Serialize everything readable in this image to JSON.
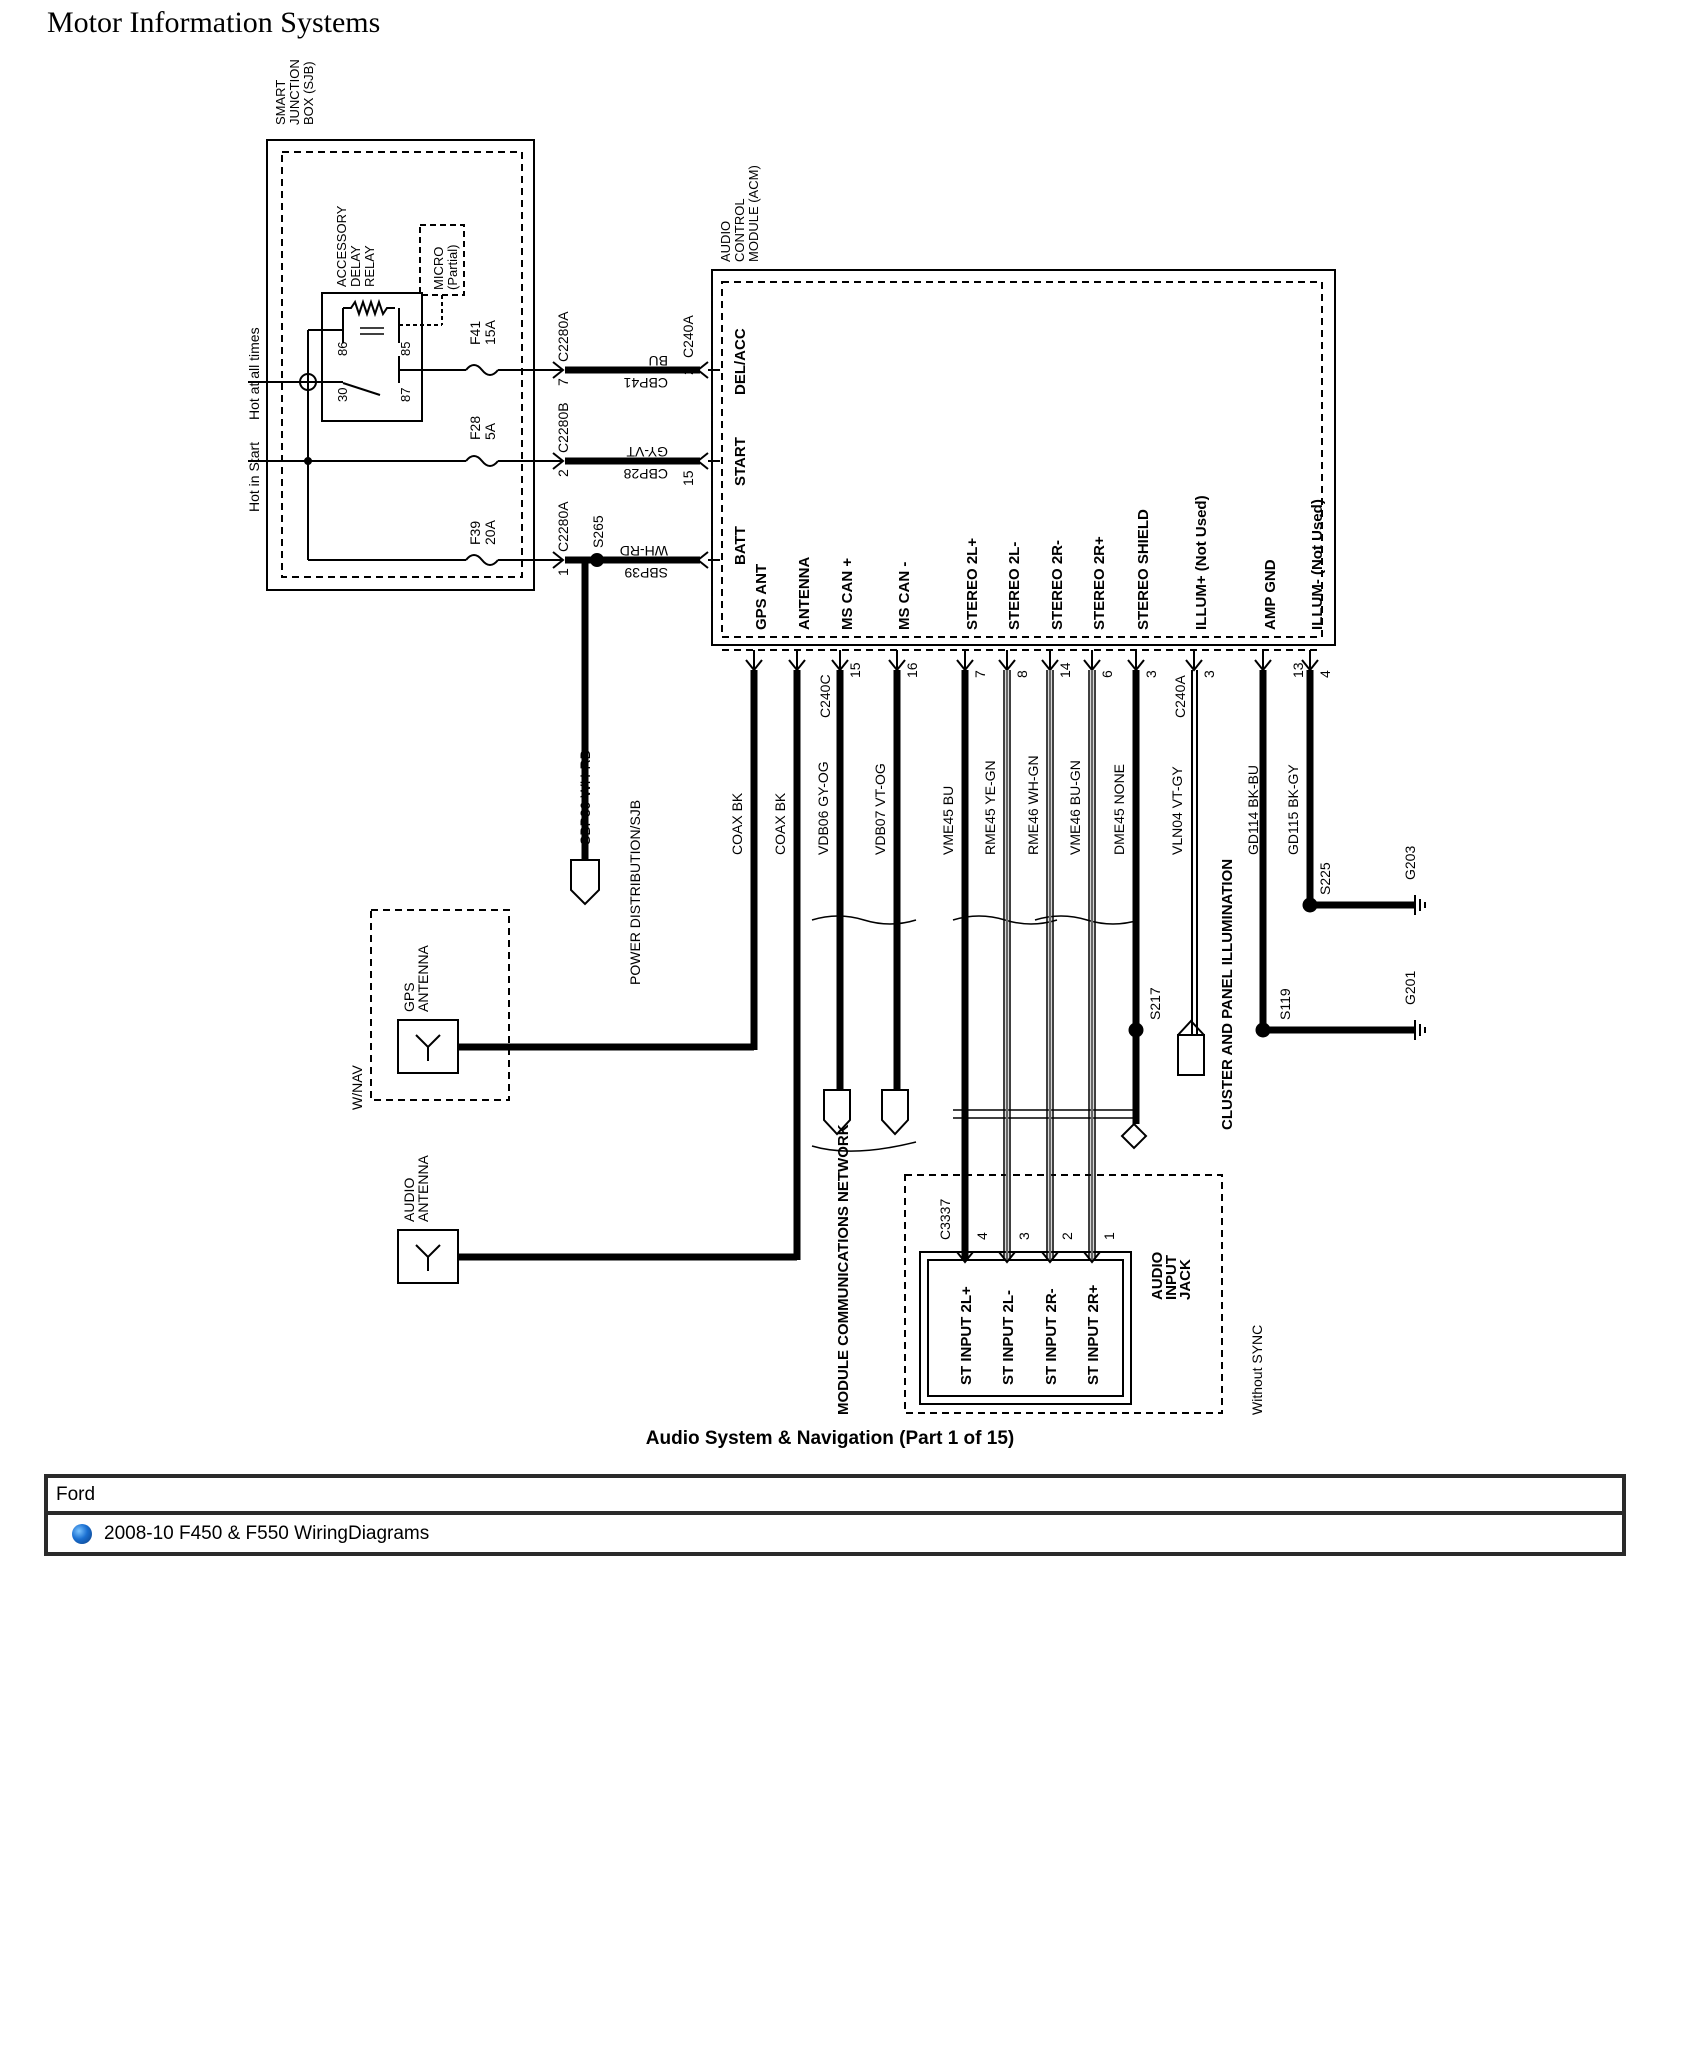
{
  "page": {
    "header": "Motor Information Systems",
    "caption": "Audio System & Navigation (Part 1 of 15)",
    "brand": "Ford",
    "model": "2008-10 F450 & F550 WiringDiagrams",
    "model_icon": "globe-icon"
  },
  "sjb": {
    "title": [
      "SMART",
      "JUNCTION",
      "BOX (SJB)"
    ],
    "relay": [
      "ACCESSORY",
      "DELAY",
      "RELAY"
    ],
    "micro": [
      "MICRO",
      "(Partial)"
    ],
    "relay_pins": [
      "86",
      "85",
      "30",
      "87"
    ],
    "power_labels": [
      "Hot at all times",
      "Hot in Start"
    ],
    "fuses": [
      {
        "name": "F41",
        "amps": "15A"
      },
      {
        "name": "F28",
        "amps": "5A"
      },
      {
        "name": "F39",
        "amps": "20A"
      }
    ]
  },
  "connectors_left": [
    {
      "name": "C2280A",
      "pin": "7"
    },
    {
      "name": "C2280B",
      "pin": "2"
    },
    {
      "name": "C2280A",
      "pin": "1"
    }
  ],
  "splice_s265": "S265",
  "circuits_top": [
    {
      "color": "BU",
      "circuit": "CBP41",
      "pin": "2",
      "conn": "C240A",
      "func": "DEL/ACC"
    },
    {
      "color": "GY-VT",
      "circuit": "CBP28",
      "pin": "15",
      "conn": "",
      "func": "START"
    },
    {
      "color": "WH-RD",
      "circuit": "SBP39",
      "pin": "",
      "conn": "",
      "func": "BATT"
    }
  ],
  "acm_title": [
    "AUDIO",
    "CONTROL",
    "MODULE (ACM)"
  ],
  "acm_pins": [
    {
      "name": "GPS ANT",
      "pin": "",
      "wire": "COAX  BK"
    },
    {
      "name": "ANTENNA",
      "pin": "",
      "wire": "COAX  BK"
    },
    {
      "name": "MS CAN +",
      "pin": "15",
      "wire": "VDB06  GY-OG"
    },
    {
      "name": "MS CAN -",
      "pin": "16",
      "wire": "VDB07  VT-OG"
    },
    {
      "name": "STEREO 2L+",
      "pin": "7",
      "wire": "VME45  BU"
    },
    {
      "name": "STEREO 2L-",
      "pin": "8",
      "wire": "RME45  YE-GN"
    },
    {
      "name": "STEREO 2R-",
      "pin": "14",
      "wire": "RME46  WH-GN"
    },
    {
      "name": "STEREO 2R+",
      "pin": "6",
      "wire": "VME46  BU-GN"
    },
    {
      "name": "STEREO SHIELD",
      "pin": "3",
      "wire": "DME45  NONE"
    },
    {
      "name": "ILLUM+ (Not Used)",
      "pin": "3",
      "wire": "VLN04  VT-GY"
    },
    {
      "name": "AMP GND",
      "pin": "13",
      "wire": "GD114  BK-BU"
    },
    {
      "name": "ILLUM- (Not Used)",
      "pin": "4",
      "wire": "GD115  BK-GY"
    }
  ],
  "conn_c240c": "C240C",
  "conn_c240a": "C240A",
  "sbp39_wire": "SBP39  WH-RD",
  "power_dist": "POWER DISTRIBUTION/SJB",
  "wnav": "W/NAV",
  "gps_antenna": [
    "GPS",
    "ANTENNA"
  ],
  "audio_antenna": [
    "AUDIO",
    "ANTENNA"
  ],
  "splices": {
    "s217": "S217",
    "s225": "S225",
    "s119": "S119"
  },
  "grounds": {
    "g203": "G203",
    "g201": "G201"
  },
  "cluster": "CLUSTER AND PANEL ILLUMINATION",
  "mcn": "MODULE COMMUNICATIONS NETWORK",
  "jack": {
    "connector": "C3337",
    "title": [
      "AUDIO",
      "INPUT",
      "JACK"
    ],
    "pins": [
      {
        "name": "ST INPUT 2L+",
        "pin": "4"
      },
      {
        "name": "ST INPUT 2L-",
        "pin": "3"
      },
      {
        "name": "ST INPUT 2R-",
        "pin": "2"
      },
      {
        "name": "ST INPUT 2R+",
        "pin": "1"
      }
    ],
    "without": "Without SYNC"
  }
}
